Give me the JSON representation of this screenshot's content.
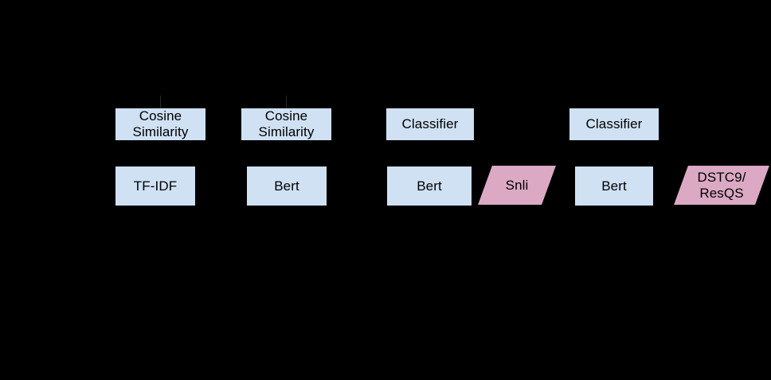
{
  "diagram": {
    "title": "Model pipeline comparison diagram",
    "background_color": "#000000",
    "palette": {
      "process_fill": "#cfe1f3",
      "data_fill": "#dba9c4",
      "text_color": "#000000",
      "connector_color": "#2a2a2a"
    },
    "groups": [
      {
        "id": "group-1",
        "name": "tfidf-cosine-pipeline",
        "top": {
          "label": "Cosine\nSimilarity",
          "shape": "rectangle",
          "fill": "#cfe1f3"
        },
        "bottom": {
          "label": "TF-IDF",
          "shape": "rectangle",
          "fill": "#cfe1f3"
        },
        "dataset": null
      },
      {
        "id": "group-2",
        "name": "bert-cosine-pipeline",
        "top": {
          "label": "Cosine\nSimilarity",
          "shape": "rectangle",
          "fill": "#cfe1f3"
        },
        "bottom": {
          "label": "Bert",
          "shape": "rectangle",
          "fill": "#cfe1f3"
        },
        "dataset": null
      },
      {
        "id": "group-3",
        "name": "bert-classifier-snli-pipeline",
        "top": {
          "label": "Classifier",
          "shape": "rectangle",
          "fill": "#cfe1f3"
        },
        "bottom": {
          "label": "Bert",
          "shape": "rectangle",
          "fill": "#cfe1f3"
        },
        "dataset": {
          "label": "Snli",
          "shape": "parallelogram",
          "fill": "#dba9c4"
        }
      },
      {
        "id": "group-4",
        "name": "bert-classifier-dstc9-pipeline",
        "top": {
          "label": "Classifier",
          "shape": "rectangle",
          "fill": "#cfe1f3"
        },
        "bottom": {
          "label": "Bert",
          "shape": "rectangle",
          "fill": "#cfe1f3"
        },
        "dataset": {
          "label": "DSTC9/\nResQS",
          "shape": "parallelogram",
          "fill": "#dba9c4"
        }
      }
    ]
  }
}
